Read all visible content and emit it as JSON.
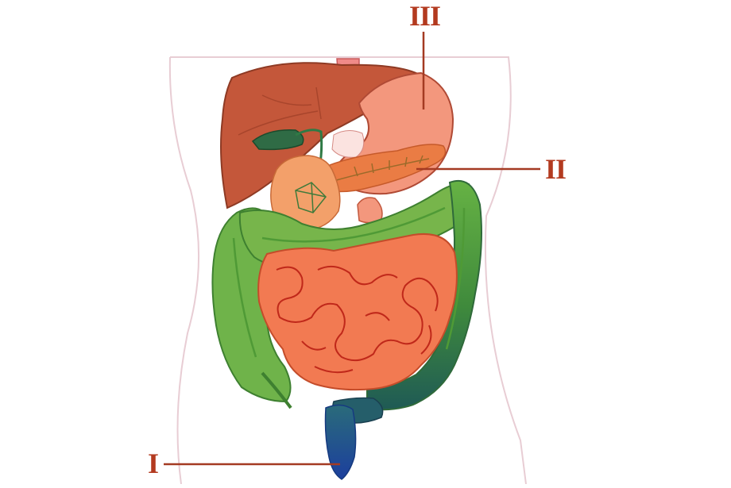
{
  "diagram": {
    "labels": [
      {
        "id": "I",
        "text": "I"
      },
      {
        "id": "II",
        "text": "II"
      },
      {
        "id": "III",
        "text": "III"
      }
    ],
    "colors": {
      "label": "#b33a1f",
      "leader_line": "#a43a22",
      "body_outline": "#e8cdd4",
      "liver": "#c4573a",
      "stomach": "#f3977d",
      "pancreas": "#ea7c44",
      "gallbladder": "#2f6b45",
      "small_intestine": "#f27a52",
      "large_intestine": "#6fb34a",
      "rectum": "#1f4aa0"
    }
  }
}
